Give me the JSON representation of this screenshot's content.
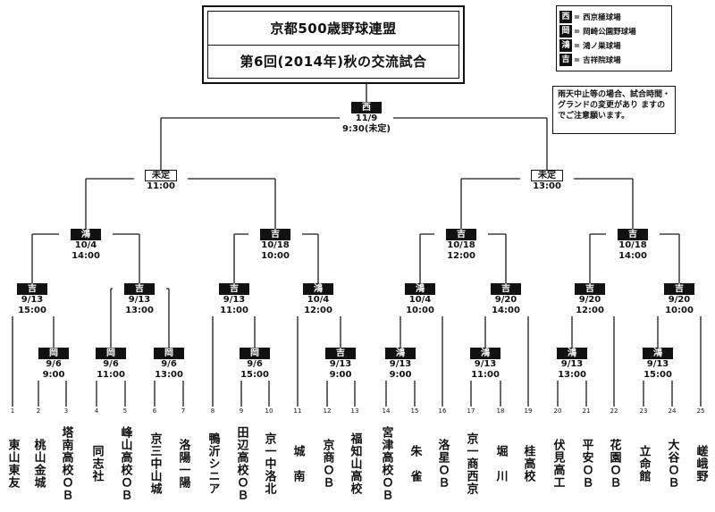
{
  "title": {
    "line1": "京都500歳野球連盟",
    "line2": "第6回(2014年)秋の交流試合"
  },
  "legend": [
    {
      "badge": "西",
      "text": "= 西京極球場"
    },
    {
      "badge": "岡",
      "text": "= 岡崎公園野球場"
    },
    {
      "badge": "鴻",
      "text": "= 鴻ノ巣球場"
    },
    {
      "badge": "吉",
      "text": "= 吉祥院球場"
    }
  ],
  "notice": "雨天中止等の場合、試合時間・グランドの変更があり ますのでご注意願います。",
  "matches": {
    "final": {
      "venue": "西",
      "date": "11/9",
      "time": "9:30(未定)"
    },
    "semi_left": {
      "venue": "未定",
      "time": "11:00"
    },
    "semi_right": {
      "venue": "未定",
      "time": "13:00"
    },
    "qf1": {
      "venue": "鴻",
      "date": "10/4",
      "time": "14:00"
    },
    "qf2": {
      "venue": "吉",
      "date": "10/18",
      "time": "10:00"
    },
    "qf3": {
      "venue": "吉",
      "date": "10/18",
      "time": "12:00"
    },
    "qf4": {
      "venue": "吉",
      "date": "10/18",
      "time": "14:00"
    },
    "r1": {
      "venue": "吉",
      "date": "9/13",
      "time": "15:00"
    },
    "r2": {
      "venue": "吉",
      "date": "9/13",
      "time": "13:00"
    },
    "r3": {
      "venue": "吉",
      "date": "9/13",
      "time": "11:00"
    },
    "r4": {
      "venue": "鴻",
      "date": "10/4",
      "time": "12:00"
    },
    "r5": {
      "venue": "鴻",
      "date": "10/4",
      "time": "10:00"
    },
    "r6": {
      "venue": "吉",
      "date": "9/20",
      "time": "14:00"
    },
    "r7": {
      "venue": "吉",
      "date": "9/20",
      "time": "12:00"
    },
    "r8": {
      "venue": "吉",
      "date": "9/20",
      "time": "10:00"
    },
    "p1": {
      "venue": "岡",
      "date": "9/6",
      "time": "9:00"
    },
    "p2": {
      "venue": "岡",
      "date": "9/6",
      "time": "11:00"
    },
    "p3": {
      "venue": "岡",
      "date": "9/6",
      "time": "13:00"
    },
    "p4": {
      "venue": "岡",
      "date": "9/6",
      "time": "15:00"
    },
    "p5": {
      "venue": "吉",
      "date": "9/13",
      "time": "9:00"
    },
    "p6": {
      "venue": "鴻",
      "date": "9/13",
      "time": "9:00"
    },
    "p7": {
      "venue": "鴻",
      "date": "9/13",
      "time": "11:00"
    },
    "p8": {
      "venue": "鴻",
      "date": "9/13",
      "time": "13:00"
    },
    "p9": {
      "venue": "鴻",
      "date": "9/13",
      "time": "15:00"
    }
  },
  "teams": [
    {
      "num": "1",
      "name": "東山東友"
    },
    {
      "num": "2",
      "name": "桃山金城"
    },
    {
      "num": "3",
      "name": "塔南高校ＯＢ"
    },
    {
      "num": "4",
      "name": "同志社"
    },
    {
      "num": "5",
      "name": "峰山高校ＯＢ"
    },
    {
      "num": "6",
      "name": "京三中山城"
    },
    {
      "num": "7",
      "name": "洛陽一陽"
    },
    {
      "num": "8",
      "name": "鴨沂シニア"
    },
    {
      "num": "9",
      "name": "田辺高校ＯＢ"
    },
    {
      "num": "10",
      "name": "京一中洛北"
    },
    {
      "num": "11",
      "name": "城　南"
    },
    {
      "num": "12",
      "name": "京商ＯＢ"
    },
    {
      "num": "13",
      "name": "福知山高校"
    },
    {
      "num": "14",
      "name": "宮津高校ＯＢ"
    },
    {
      "num": "15",
      "name": "朱　雀"
    },
    {
      "num": "16",
      "name": "洛星ＯＢ"
    },
    {
      "num": "17",
      "name": "京一商西京"
    },
    {
      "num": "18",
      "name": "堀　川"
    },
    {
      "num": "19",
      "name": "桂高校"
    },
    {
      "num": "20",
      "name": "伏見高工"
    },
    {
      "num": "21",
      "name": "平安ＯＢ"
    },
    {
      "num": "22",
      "name": "花園ＯＢ"
    },
    {
      "num": "23",
      "name": "立命館"
    },
    {
      "num": "24",
      "name": "大谷ＯＢ"
    },
    {
      "num": "25",
      "name": "嵯峨野"
    }
  ]
}
